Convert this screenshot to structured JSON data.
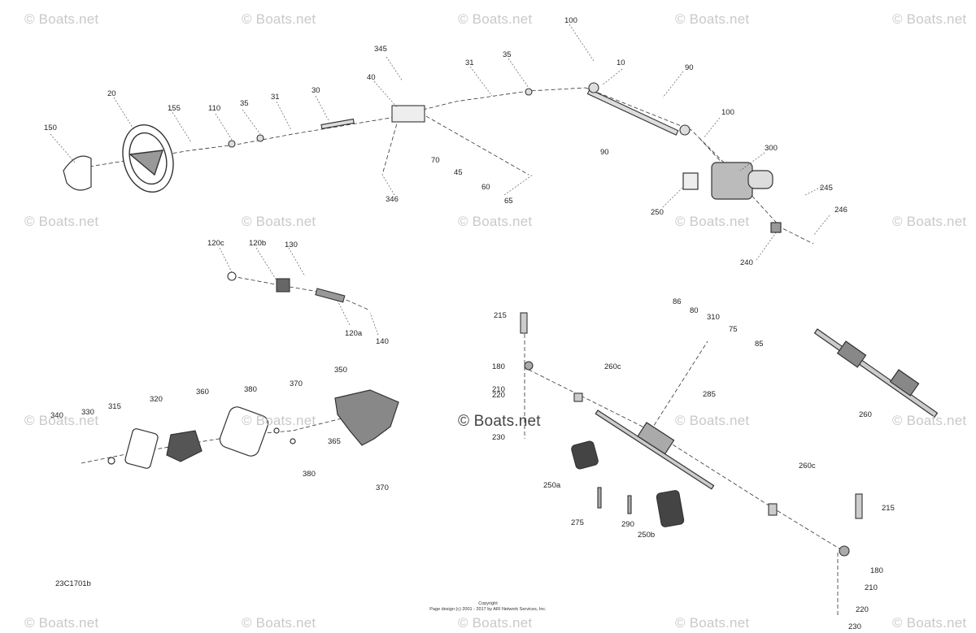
{
  "watermark": "© Boats.net",
  "diagram_code": "23C1701b",
  "copyright": {
    "line1": "Copyright",
    "line2": "Page design (c) 2001 - 2017 by ARI Network Services, Inc."
  },
  "part_labels": [
    "100",
    "345",
    "31",
    "35",
    "10",
    "90",
    "20",
    "155",
    "110",
    "35",
    "31",
    "30",
    "40",
    "150",
    "100",
    "300",
    "70",
    "45",
    "60",
    "65",
    "346",
    "90",
    "250",
    "245",
    "246",
    "240",
    "120c",
    "120b",
    "130",
    "120a",
    "140",
    "215",
    "86",
    "80",
    "310",
    "75",
    "85",
    "180",
    "260c",
    "210",
    "285",
    "260",
    "340",
    "330",
    "315",
    "320",
    "360",
    "380",
    "370",
    "350",
    "220",
    "230",
    "365",
    "380",
    "370",
    "250a",
    "275",
    "290",
    "250b",
    "260c",
    "215",
    "180",
    "210",
    "220",
    "230"
  ]
}
